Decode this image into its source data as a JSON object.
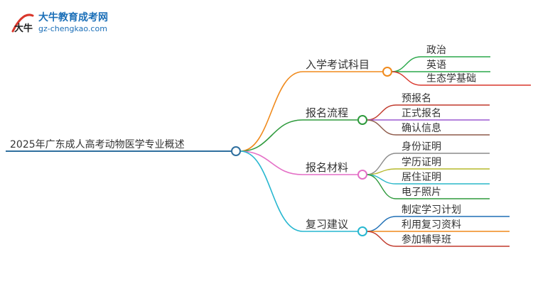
{
  "logo": {
    "mark_text": "大牛",
    "title": "大牛教育成考网",
    "url": "gz-chengkao.com",
    "brand_color": "#1b6fb8",
    "accent_color": "#d9362b"
  },
  "root": {
    "label": "2025年广东成人高考动物医学专业概述",
    "color": "#2f6f9f"
  },
  "branches": [
    {
      "label": "入学考试科目",
      "color": "#f08a1c",
      "children": [
        {
          "label": "政治",
          "color": "#2aa84a"
        },
        {
          "label": "英语",
          "color": "#2aa84a"
        },
        {
          "label": "生态学基础",
          "color": "#d9362b"
        }
      ]
    },
    {
      "label": "报名流程",
      "color": "#2e9a3c",
      "children": [
        {
          "label": "预报名",
          "color": "#c0392b"
        },
        {
          "label": "正式报名",
          "color": "#9b59d0"
        },
        {
          "label": "确认信息",
          "color": "#8e5a4a"
        }
      ]
    },
    {
      "label": "报名材料",
      "color": "#e46fc6",
      "children": [
        {
          "label": "身份证明",
          "color": "#8c8c8c"
        },
        {
          "label": "学历证明",
          "color": "#b5b82a"
        },
        {
          "label": "居住证明",
          "color": "#2ab7c9"
        },
        {
          "label": "电子照片",
          "color": "#2e9a3c"
        }
      ]
    },
    {
      "label": "复习建议",
      "color": "#27b7d0",
      "children": [
        {
          "label": "制定学习计划",
          "color": "#1f6fb5"
        },
        {
          "label": "利用复习资料",
          "color": "#f08a1c"
        },
        {
          "label": "参加辅导班",
          "color": "#c0392b"
        }
      ]
    }
  ]
}
